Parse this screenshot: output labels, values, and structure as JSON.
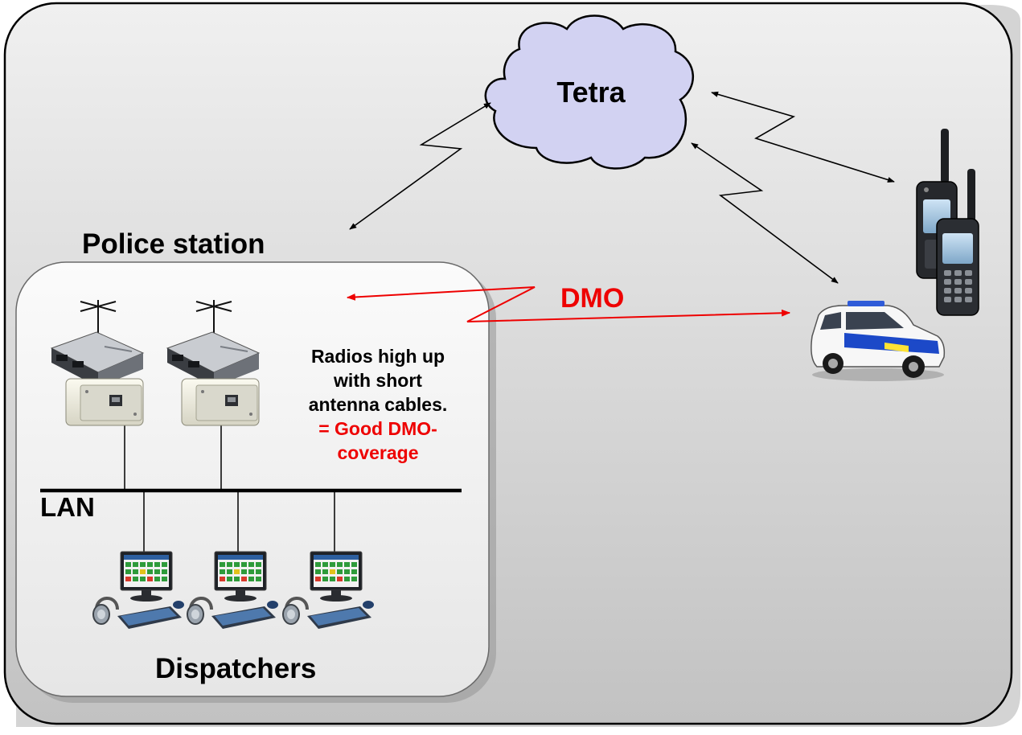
{
  "cloud": {
    "label": "Tetra"
  },
  "station": {
    "title": "Police station"
  },
  "dmo": {
    "label": "DMO"
  },
  "lan": {
    "label": "LAN"
  },
  "dispatchers": {
    "label": "Dispatchers"
  },
  "note": {
    "line1": "Radios high up",
    "line2": "with short",
    "line3": "antenna cables.",
    "line4": "= Good DMO-",
    "line5": "coverage"
  },
  "colors": {
    "background_top": "#f0f0f0",
    "background_bottom": "#c2c2c2",
    "cloud_fill": "#d2d2f2",
    "dmo_red": "#ee0000",
    "link_black": "#000000"
  },
  "icons": {
    "radio_gateway": "radio-gateway-icon",
    "dispatcher_workstation": "dispatcher-workstation-icon",
    "handheld_radio": "handheld-radio-icon",
    "police_car": "police-car-icon"
  }
}
